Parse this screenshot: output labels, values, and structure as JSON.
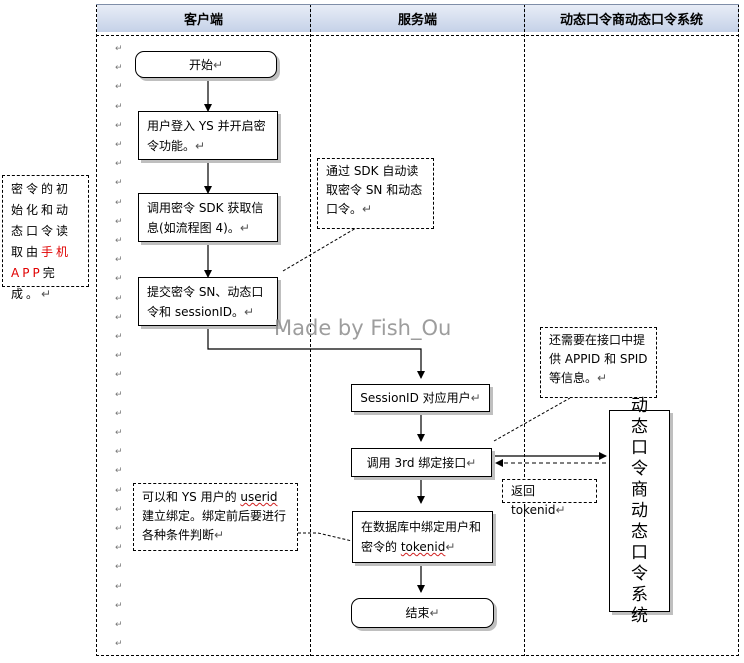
{
  "lanes": [
    "客户端",
    "服务端",
    "动态口令商动态口令系统"
  ],
  "paragraph_mark": "↵",
  "steps": {
    "start": "开始",
    "login": "用户登入 YS 并开启密令功能。",
    "call_sdk": "调用密令 SDK 获取信息(如流程图 4)。",
    "submit": "提交密令 SN、动态口令和 sessionID。",
    "session_user": "SessionID 对应用户",
    "call_3rd": "调用 3rd 绑定接口",
    "bind_db_a": "在数据库中绑定用户和密令的 ",
    "bind_db_b": "tokenid",
    "end": "结束"
  },
  "notes": {
    "init_a": "密令的初始化和动态口令读取由",
    "init_red": "手机 APP",
    "init_b": "完成。",
    "sdk_auto": "通过 SDK 自动读取密令 SN 和动态口令。",
    "need_more": "还需要在接口中提供 APPID 和 SPID 等信息。",
    "userid_a": "可以和 YS 用户的 ",
    "userid_b": "userid",
    "userid_c": " 建立绑定。绑定前后要进行各种条件判断",
    "return_token": "返回 tokenid"
  },
  "vendor_system": "动态口令商动态口令系统",
  "watermark": "Made by Fish_Ou"
}
